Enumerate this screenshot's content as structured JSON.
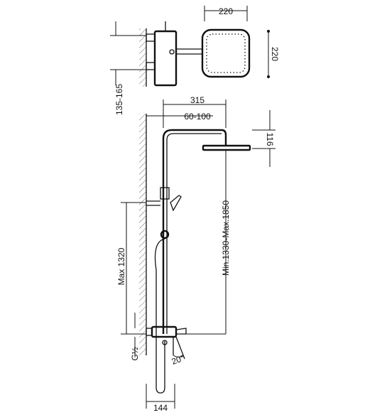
{
  "dimensions": {
    "top_width": "220",
    "top_height": "220",
    "wall_gap": "135-165",
    "arm_length": "315",
    "arm_adjust": "60-100",
    "head_height": "116",
    "max_height": "Max 1320",
    "column_range": "Min.1330-Max.1850",
    "thread": "G½",
    "angle": "20°",
    "bottom_width": "144"
  }
}
